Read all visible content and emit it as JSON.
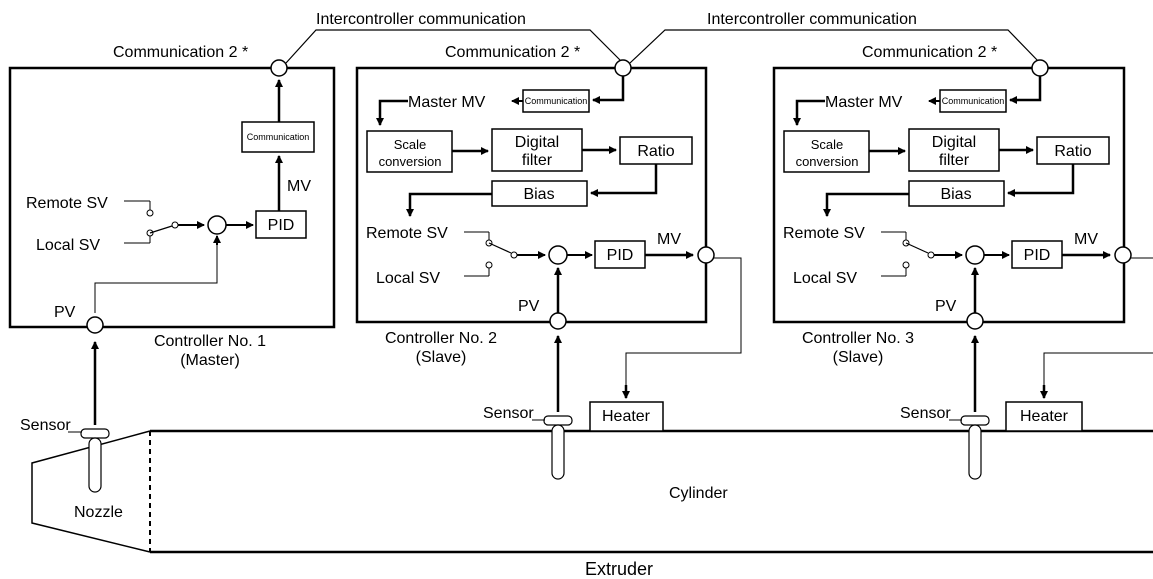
{
  "intercontroller_label": "Intercontroller communication",
  "comm2_label": "Communication 2 *",
  "communication_label": "Communication",
  "mv_label": "MV",
  "pv_label": "PV",
  "remote_sv_label": "Remote SV",
  "local_sv_label": "Local SV",
  "pid_label": "PID",
  "master_mv_label": "Master MV",
  "scale_conv_line1": "Scale",
  "scale_conv_line2": "conversion",
  "digital_filter_line1": "Digital",
  "digital_filter_line2": "filter",
  "ratio_label": "Ratio",
  "bias_label": "Bias",
  "sensor_label": "Sensor",
  "heater_label": "Heater",
  "nozzle_label": "Nozzle",
  "cylinder_label": "Cylinder",
  "extruder_label": "Extruder",
  "controllers": [
    {
      "name": "Controller No. 1",
      "role": "(Master)"
    },
    {
      "name": "Controller No. 2",
      "role": "(Slave)"
    },
    {
      "name": "Controller No. 3",
      "role": "(Slave)"
    }
  ]
}
